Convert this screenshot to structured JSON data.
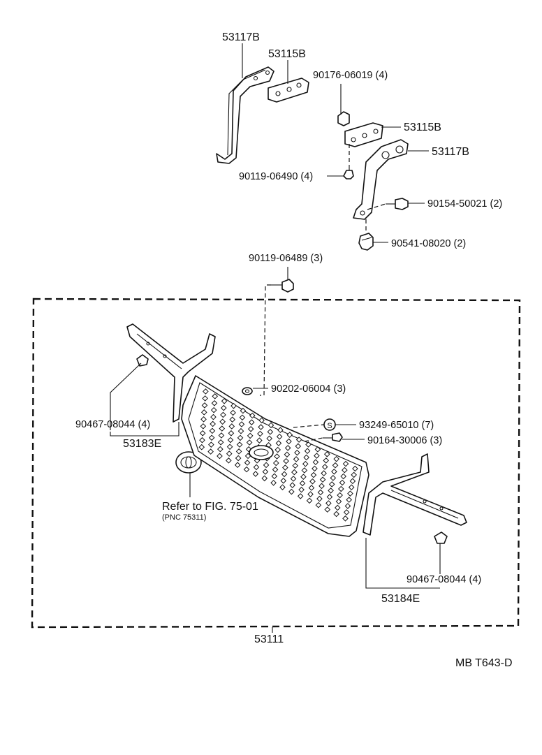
{
  "diagram": {
    "labels": {
      "p53117b_top": "53117B",
      "p53115b_top": "53115B",
      "p90176": "90176-06019 (4)",
      "p53115b_right": "53115B",
      "p53117b_right": "53117B",
      "p90119_06490": "90119-06490 (4)",
      "p90154": "90154-50021 (2)",
      "p90541": "90541-08020 (2)",
      "p90119_06489": "90119-06489 (3)",
      "p90202": "90202-06004 (3)",
      "p93249": "93249-65010 (7)",
      "p90164": "90164-30006 (3)",
      "p90467_left": "90467-08044 (4)",
      "p53183e": "53183E",
      "refer": "Refer to FIG. 75-01",
      "pnc": "(PNC 75311)",
      "p90467_right": "90467-08044 (4)",
      "p53184e": "53184E",
      "p53111": "53111",
      "code": "MB T643-D"
    },
    "symbols": {
      "s_mark": "S"
    }
  }
}
